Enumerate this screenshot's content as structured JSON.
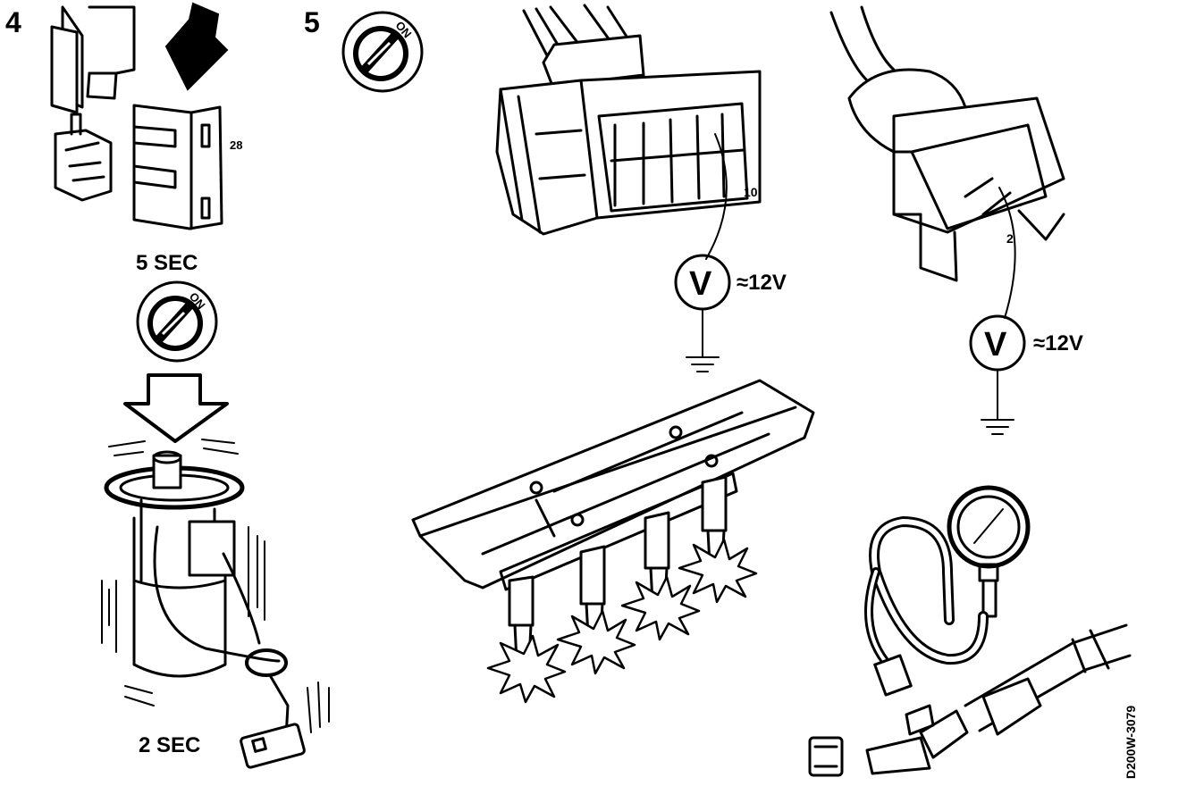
{
  "steps": {
    "step4": "4",
    "step5": "5"
  },
  "relay": {
    "number": "28"
  },
  "timing": {
    "first": "5 SEC",
    "second": "2 SEC"
  },
  "ignition": {
    "on_label": "ON"
  },
  "connector_a": {
    "pin": "10",
    "voltage": "≈12V",
    "meter_symbol": "V"
  },
  "connector_b": {
    "pin": "2",
    "voltage": "≈12V",
    "meter_symbol": "V"
  },
  "reference": {
    "code": "D200W-3079"
  }
}
